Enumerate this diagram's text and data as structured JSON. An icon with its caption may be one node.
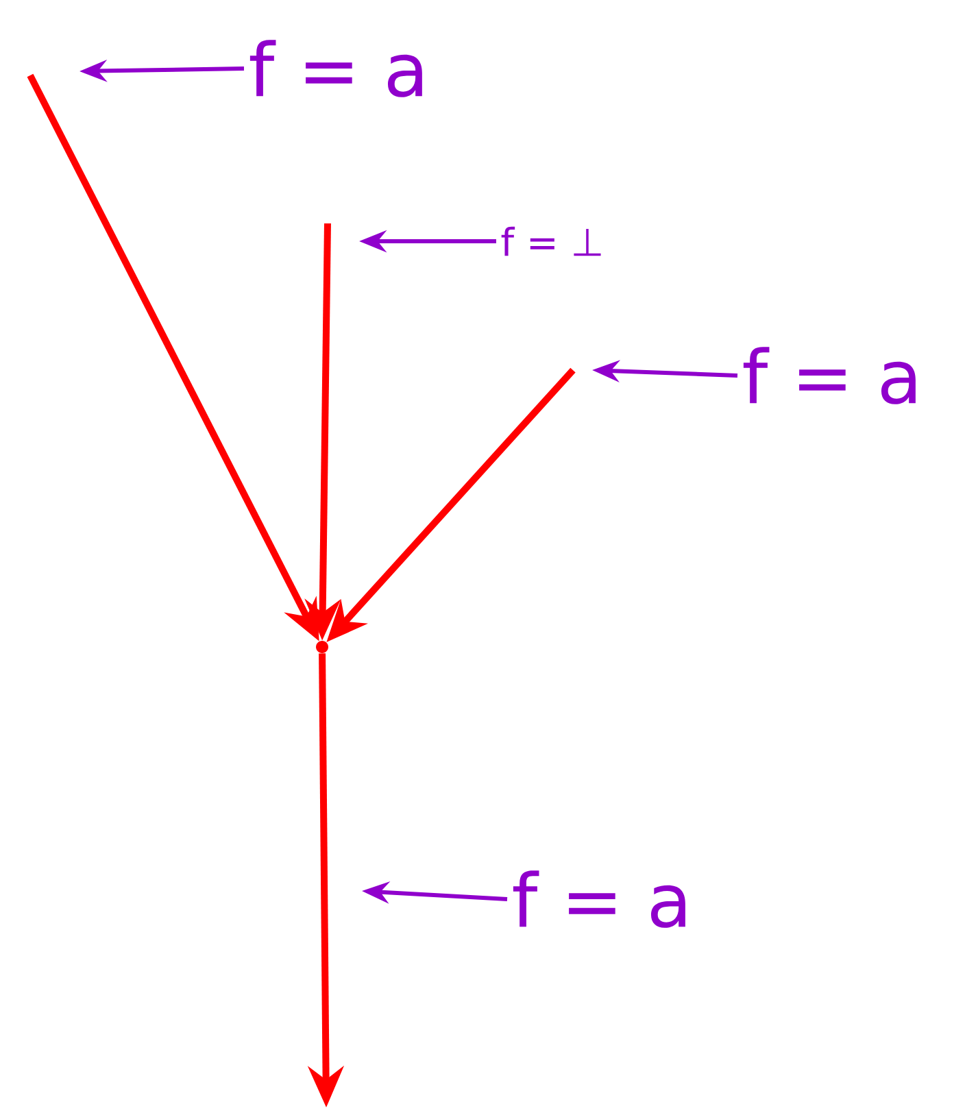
{
  "diagram": {
    "nodes": [
      {
        "text": [
          "f = a"
        ]
      },
      {
        "text": [
          "f = ⊥"
        ]
      },
      {
        "text": [
          "f = a"
        ]
      },
      {
        "text": [],
        "shape": "point"
      },
      {
        "text": [
          "f = a"
        ]
      }
    ],
    "edges": [
      {
        "from": null,
        "to": 3,
        "arrow": "to",
        "color": "#ff0000"
      },
      {
        "from": null,
        "to": 3,
        "arrow": "to",
        "color": "#ff0000"
      },
      {
        "from": null,
        "to": 3,
        "arrow": "to",
        "color": "#ff0000"
      },
      {
        "from": 3,
        "to": null,
        "arrow": "to",
        "color": "#ff0000"
      },
      {
        "from": 0,
        "to": null,
        "arrow": "to",
        "color": "#9000cc"
      },
      {
        "from": 1,
        "to": null,
        "arrow": "to",
        "color": "#9000cc"
      },
      {
        "from": 2,
        "to": null,
        "arrow": "to",
        "color": "#9000cc"
      },
      {
        "from": 4,
        "to": null,
        "arrow": "to",
        "color": "#9000cc"
      }
    ]
  }
}
